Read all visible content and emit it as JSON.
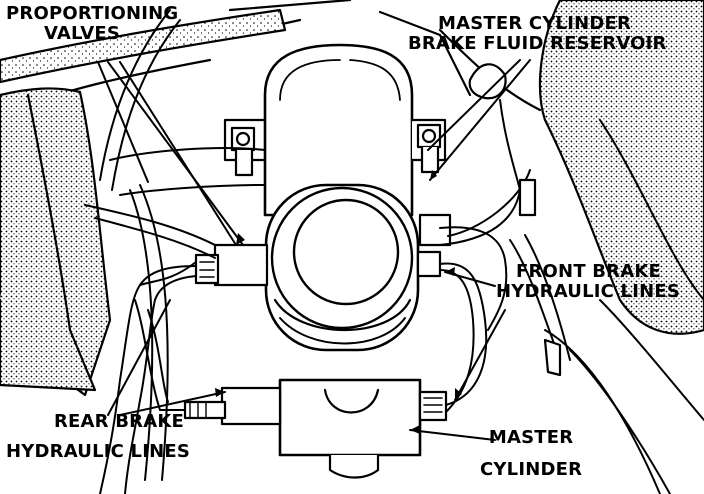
{
  "labels": {
    "proportioning": {
      "line1": "PROPORTIONING",
      "line2": "VALVES"
    },
    "reservoir": {
      "line1": "MASTER CYLINDER",
      "line2": "BRAKE FLUID RESERVOIR"
    },
    "front_lines": {
      "line1": "FRONT BRAKE",
      "line2": "HYDRAULIC LINES"
    },
    "rear_lines": {
      "line1": "REAR BRAKE",
      "line2": "HYDRAULIC LINES"
    },
    "master_cylinder": {
      "line1": "MASTER",
      "line2": "CYLINDER"
    }
  },
  "colors": {
    "ink": "#000000",
    "paper": "#ffffff",
    "stipple": "#000000"
  }
}
